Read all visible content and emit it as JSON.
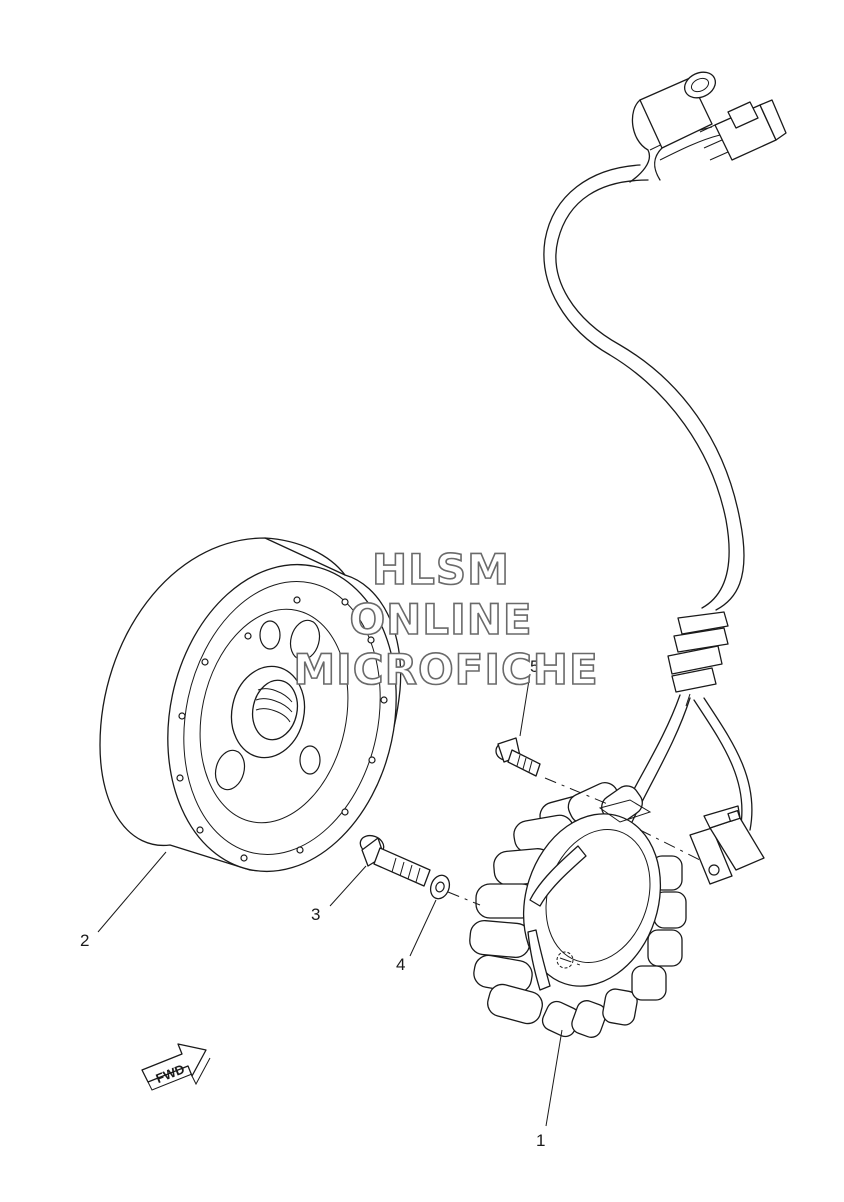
{
  "watermark": {
    "line1": "HLSM",
    "line2": "ONLINE",
    "line3": "MICROFICHE"
  },
  "callouts": [
    {
      "number": "1",
      "part": "stator-assembly"
    },
    {
      "number": "2",
      "part": "rotor-flywheel"
    },
    {
      "number": "3",
      "part": "bolt"
    },
    {
      "number": "4",
      "part": "washer"
    },
    {
      "number": "5",
      "part": "screw"
    }
  ],
  "direction_arrow": {
    "label": "FWD"
  }
}
